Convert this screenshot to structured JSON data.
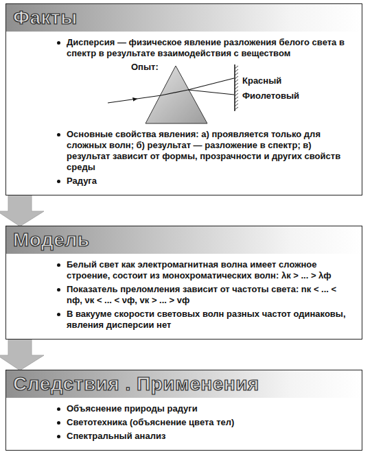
{
  "diagram": {
    "nodes": [
      {
        "text": [
          "Факты",
          "Дисперсия — физическое явление разложения белого света в спектр в результате взаимодействия с веществом",
          "Основные свойства явления: а) проявляется только для сложных волн; б) результат — разложение в спектр; в) результат зависит от формы, прозрачности и других свойств среды",
          "Радуга"
        ]
      },
      {
        "text": [
          "Модель",
          "Белый свет как электромагнитная волна имеет сложное строение, состоит из монохроматических волн: λк > ... > λф",
          "Показатель преломления зависит от частоты света: nк < ... < nф, νк < ... < νф, vк > ... > vф",
          "В вакууме скорости световых волн разных частот одинаковы, явления дисперсии нет"
        ]
      },
      {
        "text": [
          "Следствия . Применения",
          "Объяснение природы радуги",
          "Светотехника (объяснение цвета тел)",
          "Спектральный анализ"
        ]
      }
    ],
    "edges": [
      {
        "from": 0,
        "to": 1,
        "arrow": "to"
      },
      {
        "from": 1,
        "to": 2,
        "arrow": "to"
      }
    ],
    "labels": [
      "Опыт:",
      "Красный",
      "Фиолетовый"
    ]
  }
}
